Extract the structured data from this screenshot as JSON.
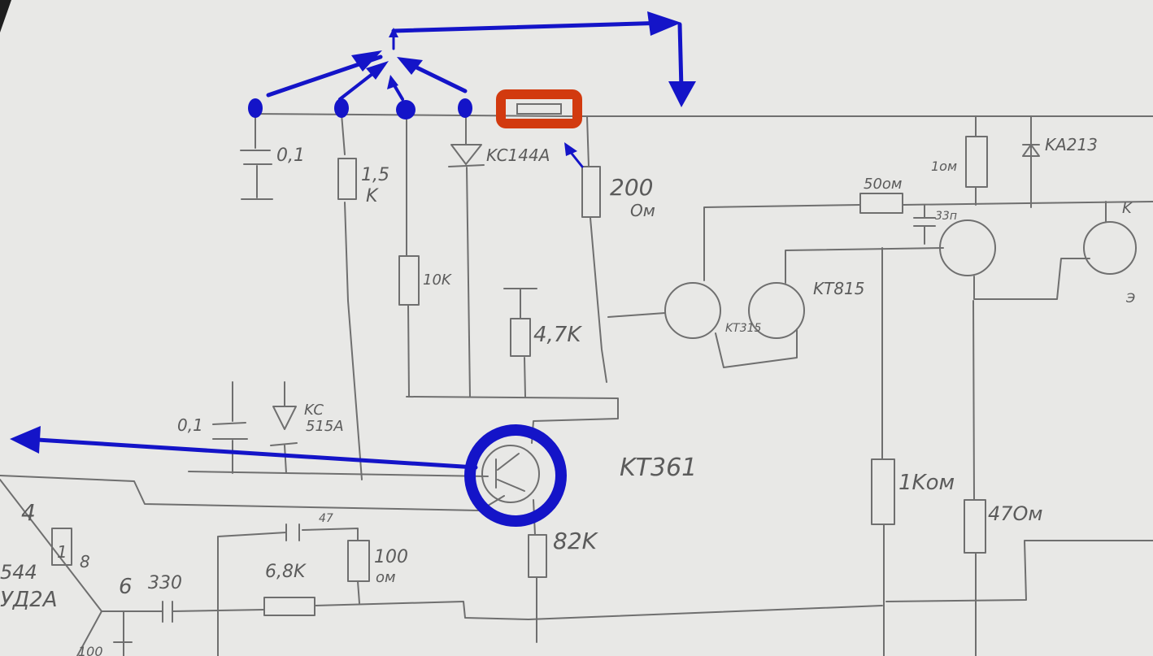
{
  "colors": {
    "paper": "#e8e8e6",
    "pencil": "#6f6f6f",
    "annotation_blue": "#1414c8",
    "annotation_red": "#d23a0f",
    "frame": "#1e1e1e"
  },
  "labels": {
    "cap_top": "0,1",
    "res_1_5k_value": "1,5",
    "res_1_5k_unit": "K",
    "zener_top": "KC144A",
    "res_200_value": "200",
    "res_200_unit": "Ом",
    "res_10k": "10K",
    "res_4_7k": "4,7K",
    "cap_left": "0,1",
    "zener_left_a": "KC",
    "zener_left_b": "515A",
    "res_50": "50ом",
    "cap_33": "33п",
    "res_1om": "1ом",
    "diode_top": "KA213",
    "tr_kt815": "KT815",
    "tr_kt315": "KT315",
    "pin_k": "K",
    "pin_e": "Э",
    "tr_kt361": "KT361",
    "res_1kom": "1Kом",
    "res_47om": "47Ом",
    "res_82k": "82K",
    "res_6_8k": "6,8K",
    "cap_47": "47",
    "res_100_value": "100",
    "res_100_unit": "ом",
    "cap_330": "330",
    "ic_pin_4": "4",
    "ic_pin_1": "1",
    "ic_pin_8": "8",
    "ic_pin_6": "6",
    "ic_name_a": "544",
    "ic_name_b": "УД2А",
    "bottom_partial": "100"
  }
}
